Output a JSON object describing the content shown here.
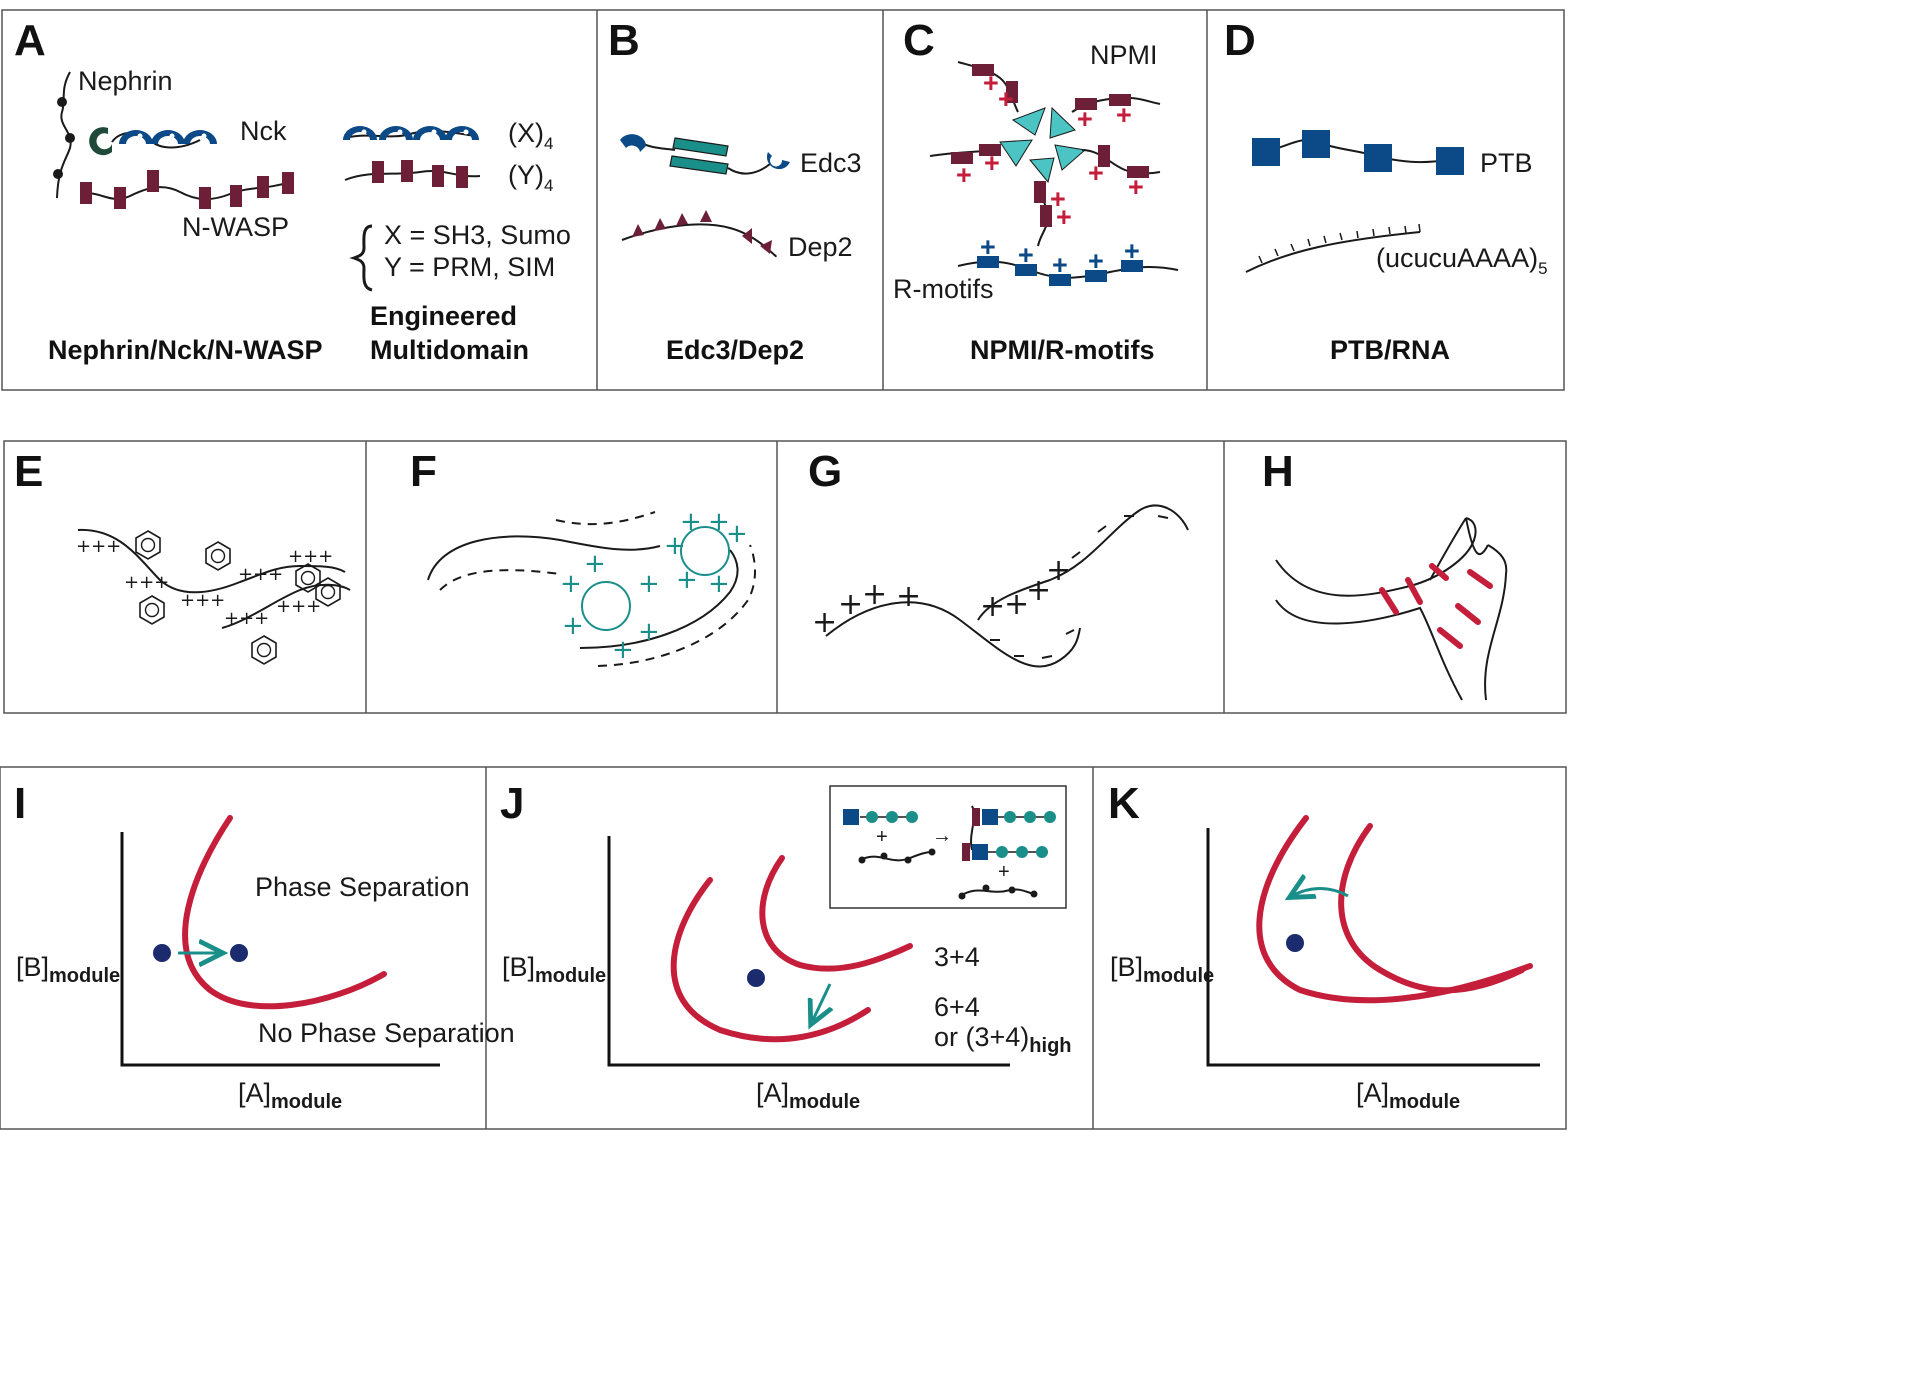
{
  "colors": {
    "dark_blue": "#0b4a86",
    "maroon": "#6e1f38",
    "teal": "#1a8f8a",
    "teal_light": "#4cc4c4",
    "dark_green": "#1f4a3a",
    "red": "#c41e3a",
    "navy_dot": "#1c2a6e"
  },
  "panels": {
    "A": {
      "letter": "A",
      "nephrin": "Nephrin",
      "nck": "Nck",
      "nwasp": "N-WASP",
      "x4_base": "(X)",
      "x4_sub": "4",
      "y4_base": "(Y)",
      "y4_sub": "4",
      "x_def": "X = SH3, Sumo",
      "y_def": "Y = PRM, SIM",
      "caption_left": "Nephrin/Nck/N-WASP",
      "caption_right_1": "Engineered",
      "caption_right_2": "Multidomain"
    },
    "B": {
      "letter": "B",
      "edc3": "Edc3",
      "dep2": "Dep2",
      "caption": "Edc3/Dep2"
    },
    "C": {
      "letter": "C",
      "npmi": "NPMI",
      "rmotifs": "R-motifs",
      "caption": "NPMI/R-motifs"
    },
    "D": {
      "letter": "D",
      "ptb": "PTB",
      "rna_base": "(ucucuAAAA)",
      "rna_sub": "5",
      "caption": "PTB/RNA"
    },
    "E": {
      "letter": "E"
    },
    "F": {
      "letter": "F"
    },
    "G": {
      "letter": "G"
    },
    "H": {
      "letter": "H"
    },
    "I": {
      "letter": "I",
      "phase": "Phase Separation",
      "nophase": "No Phase Separation",
      "ylabel_base": "[B]",
      "ylabel_sub": "module",
      "xlabel_base": "[A]",
      "xlabel_sub": "module"
    },
    "J": {
      "letter": "J",
      "curve1": "3+4",
      "curve2_line1": "6+4",
      "curve2_line2_base": "or (3+4)",
      "curve2_line2_sub": "high",
      "ylabel_base": "[B]",
      "ylabel_sub": "module",
      "xlabel_base": "[A]",
      "xlabel_sub": "module",
      "inset_plus": "+",
      "inset_arrow": "→"
    },
    "K": {
      "letter": "K",
      "ylabel_base": "[B]",
      "ylabel_sub": "module",
      "xlabel_base": "[A]",
      "xlabel_sub": "module"
    }
  }
}
